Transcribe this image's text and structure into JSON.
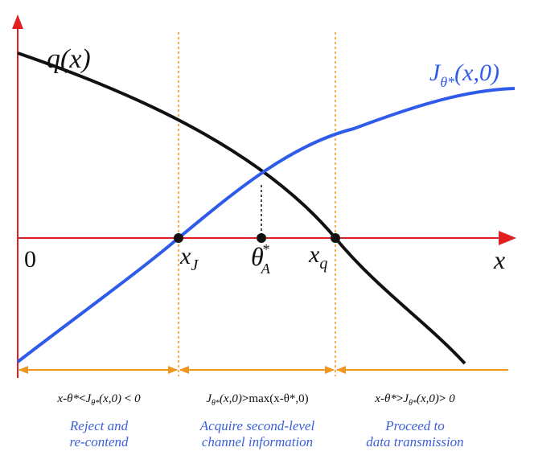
{
  "colors": {
    "axis": "#e02020",
    "q_curve": "#111111",
    "j_curve": "#2f5bea",
    "boundary": "#f0961e",
    "caption": "#3a5fd8"
  },
  "labels": {
    "q_curve": "q(x)",
    "j_curve_main": "J",
    "j_curve_sub": "θ*",
    "j_curve_args": "(x,0)",
    "origin": "0",
    "x_axis": "x",
    "xJ_main": "x",
    "xJ_sub": "J",
    "xq_main": "x",
    "xq_sub": "q",
    "thetaA_main": "θ",
    "thetaA_sup": "*",
    "thetaA_sub": "A"
  },
  "regions": [
    {
      "condition_parts": [
        "x-θ*",
        "<",
        "J",
        "θ*",
        "(x,0)",
        "<",
        " 0"
      ],
      "caption_line1": "Reject and",
      "caption_line2": "re-contend"
    },
    {
      "condition_parts": [
        "J",
        "θ*",
        "(x,0)",
        ">",
        "max(x-θ*,0)"
      ],
      "caption_line1": "Acquire second-level",
      "caption_line2": "channel information"
    },
    {
      "condition_parts": [
        "x-θ*",
        ">",
        "J",
        "θ*",
        "(x,0)",
        ">",
        " 0"
      ],
      "caption_line1": "Proceed to",
      "caption_line2": "data transmission"
    }
  ]
}
